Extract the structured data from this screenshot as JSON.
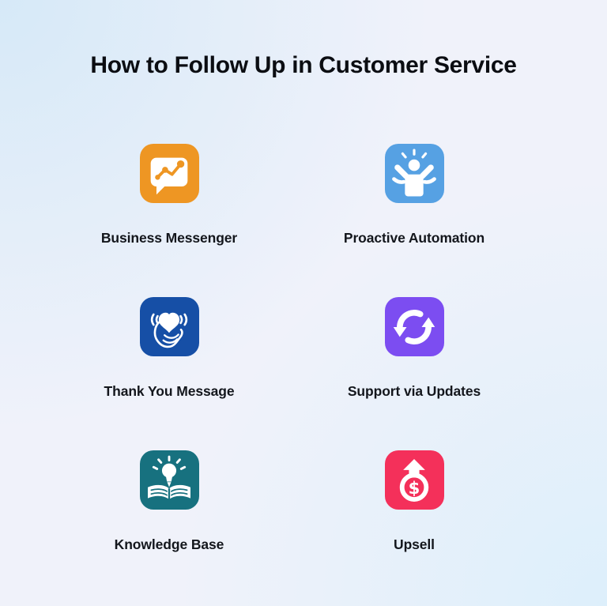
{
  "page": {
    "title": "How to Follow Up in Customer Service"
  },
  "colors": {
    "background_corner_blue": "#d6e9f8",
    "background_center": "#f0f2fa",
    "title_text": "#0b0d12",
    "label_text": "#13161c"
  },
  "items": [
    {
      "label": "Business Messenger",
      "color": "#ee9623",
      "icon": "chat-chart-icon"
    },
    {
      "label": "Proactive Automation",
      "color": "#56a1e3",
      "icon": "person-arms-up-icon"
    },
    {
      "label": "Thank You Message",
      "color": "#164fa6",
      "icon": "heart-in-hand-icon"
    },
    {
      "label": "Support via Updates",
      "color": "#7c4df1",
      "icon": "sync-arrows-icon"
    },
    {
      "label": "Knowledge Base",
      "color": "#17717f",
      "icon": "book-lightbulb-icon"
    },
    {
      "label": "Upsell",
      "color": "#f4305a",
      "icon": "dollar-up-arrow-icon",
      "glyph": "$"
    }
  ]
}
